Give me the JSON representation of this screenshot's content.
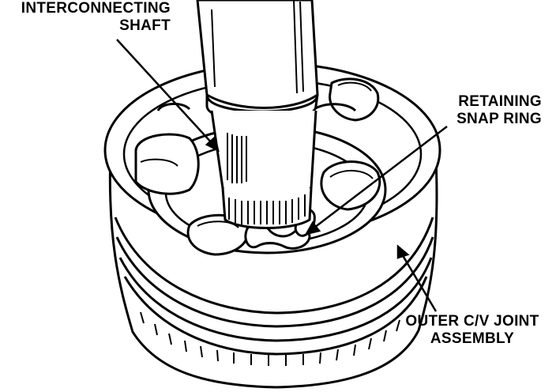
{
  "labels": {
    "interconnecting_shaft": {
      "line1": "INTERCONNECTING",
      "line2": "SHAFT"
    },
    "retaining_snap_ring": {
      "line1": "RETAINING",
      "line2": "SNAP RING"
    },
    "outer_cv_joint": {
      "line1": "OUTER C/V JOINT",
      "line2": "ASSEMBLY"
    }
  },
  "colors": {
    "ink": "#000000",
    "paper": "#ffffff"
  }
}
